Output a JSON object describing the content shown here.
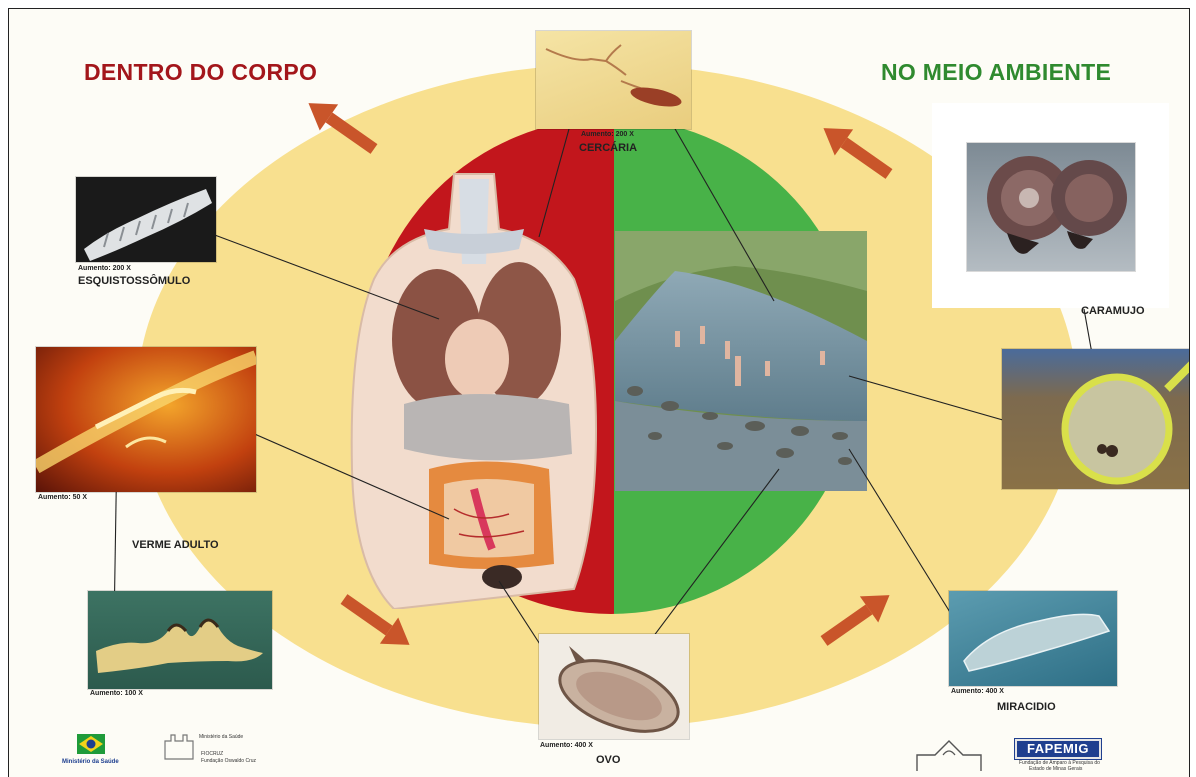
{
  "headings": {
    "inside": "DENTRO DO CORPO",
    "outside": "NO MEIO AMBIENTE"
  },
  "stages": {
    "cercaria": {
      "mag": "Aumento: 200 X",
      "label": "CERCÁRIA"
    },
    "schistosomulum": {
      "mag": "Aumento: 200 X",
      "label": "ESQUISTOSSÔMULO"
    },
    "adult_worm_sem": {
      "mag": "Aumento: 50 X"
    },
    "adult_worm": {
      "label": "VERME ADULTO"
    },
    "adult_worm_photo": {
      "mag": "Aumento: 100 X"
    },
    "egg": {
      "mag": "Aumento: 400 X",
      "label": "OVO"
    },
    "miracidium": {
      "mag": "Aumento: 400 X",
      "label": "MIRACIDIO"
    },
    "snail": {
      "label": "CARAMUJO"
    }
  },
  "logos": {
    "ministry": "Ministério da Saúde",
    "fiocruz_top": "Ministério da Saúde",
    "fiocruz_name": "FIOCRUZ",
    "fiocruz_sub": "Fundação Oswaldo Cruz",
    "fapemig": "FAPEMIG",
    "fapemig_sub1": "Fundação de Amparo à Pesquisa do",
    "fapemig_sub2": "Estado de Minas Gerais"
  },
  "colors": {
    "heading_inside": "#a3161b",
    "heading_outside": "#2f8a2f",
    "ring": "#f7df8a",
    "body_side": "#c2161c",
    "environment_side": "#46b146",
    "arrow": "#c9552a"
  },
  "icons": [
    "arrow-icon",
    "brazil-flag-icon",
    "fiocruz-logo-icon",
    "ufmg-logo-icon",
    "fapemig-logo-icon"
  ]
}
